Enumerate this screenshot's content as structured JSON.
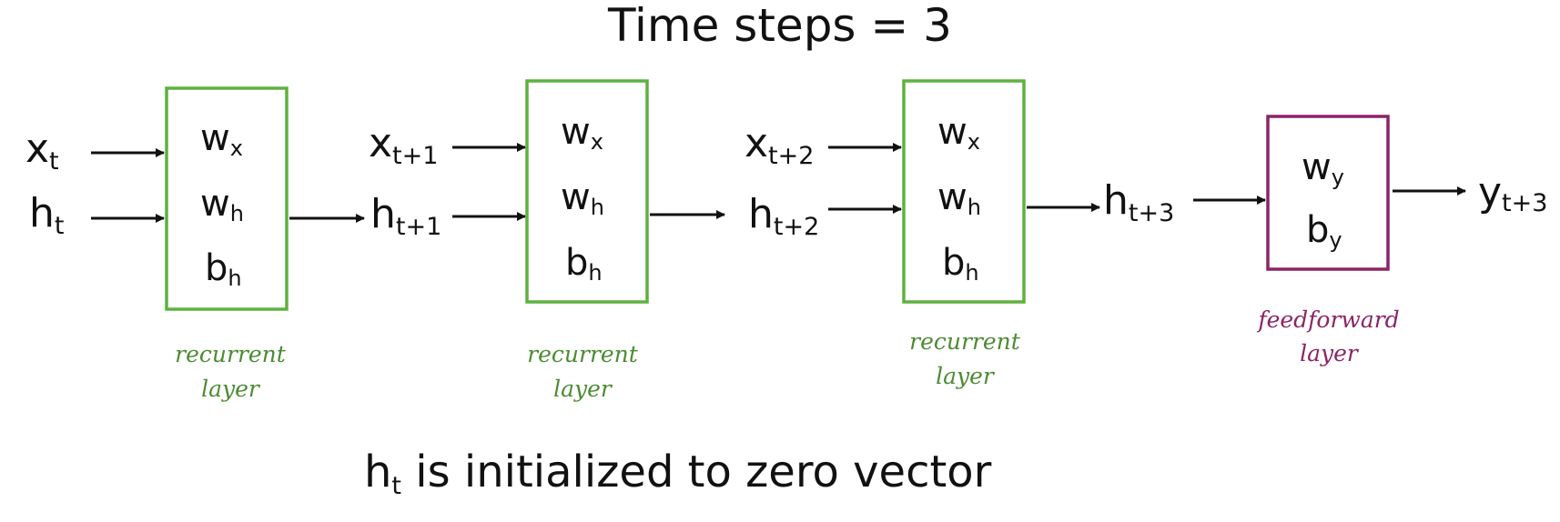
{
  "title": "Time steps = 3",
  "footer": {
    "main": "h",
    "sub": "t",
    "rest": " is initialized to zero vector"
  },
  "colors": {
    "recurrent": "#5eb13f",
    "feedforward": "#8b2466",
    "recurrent_text": "#4c8b33",
    "ink": "#111111"
  },
  "inputs": [
    {
      "x_main": "x",
      "x_sub": "t",
      "h_main": "h",
      "h_sub": "t"
    },
    {
      "x_main": "x",
      "x_sub": "t+1",
      "h_main": "h",
      "h_sub": "t+1"
    },
    {
      "x_main": "x",
      "x_sub": "t+2",
      "h_main": "h",
      "h_sub": "t+2"
    }
  ],
  "recurrent_layers": [
    {
      "params": [
        {
          "main": "w",
          "sub": "x"
        },
        {
          "main": "w",
          "sub": "h"
        },
        {
          "main": "b",
          "sub": "h"
        }
      ],
      "caption_line1": "recurrent",
      "caption_line2": "layer"
    },
    {
      "params": [
        {
          "main": "w",
          "sub": "x"
        },
        {
          "main": "w",
          "sub": "h"
        },
        {
          "main": "b",
          "sub": "h"
        }
      ],
      "caption_line1": "recurrent",
      "caption_line2": "layer"
    },
    {
      "params": [
        {
          "main": "w",
          "sub": "x"
        },
        {
          "main": "w",
          "sub": "h"
        },
        {
          "main": "b",
          "sub": "h"
        }
      ],
      "caption_line1": "recurrent",
      "caption_line2": "layer"
    }
  ],
  "final_hidden": {
    "main": "h",
    "sub": "t+3"
  },
  "feedforward_layer": {
    "params": [
      {
        "main": "w",
        "sub": "y"
      },
      {
        "main": "b",
        "sub": "y"
      }
    ],
    "caption_line1": "feedforward",
    "caption_line2": "layer"
  },
  "output": {
    "main": "y",
    "sub": "t+3"
  }
}
